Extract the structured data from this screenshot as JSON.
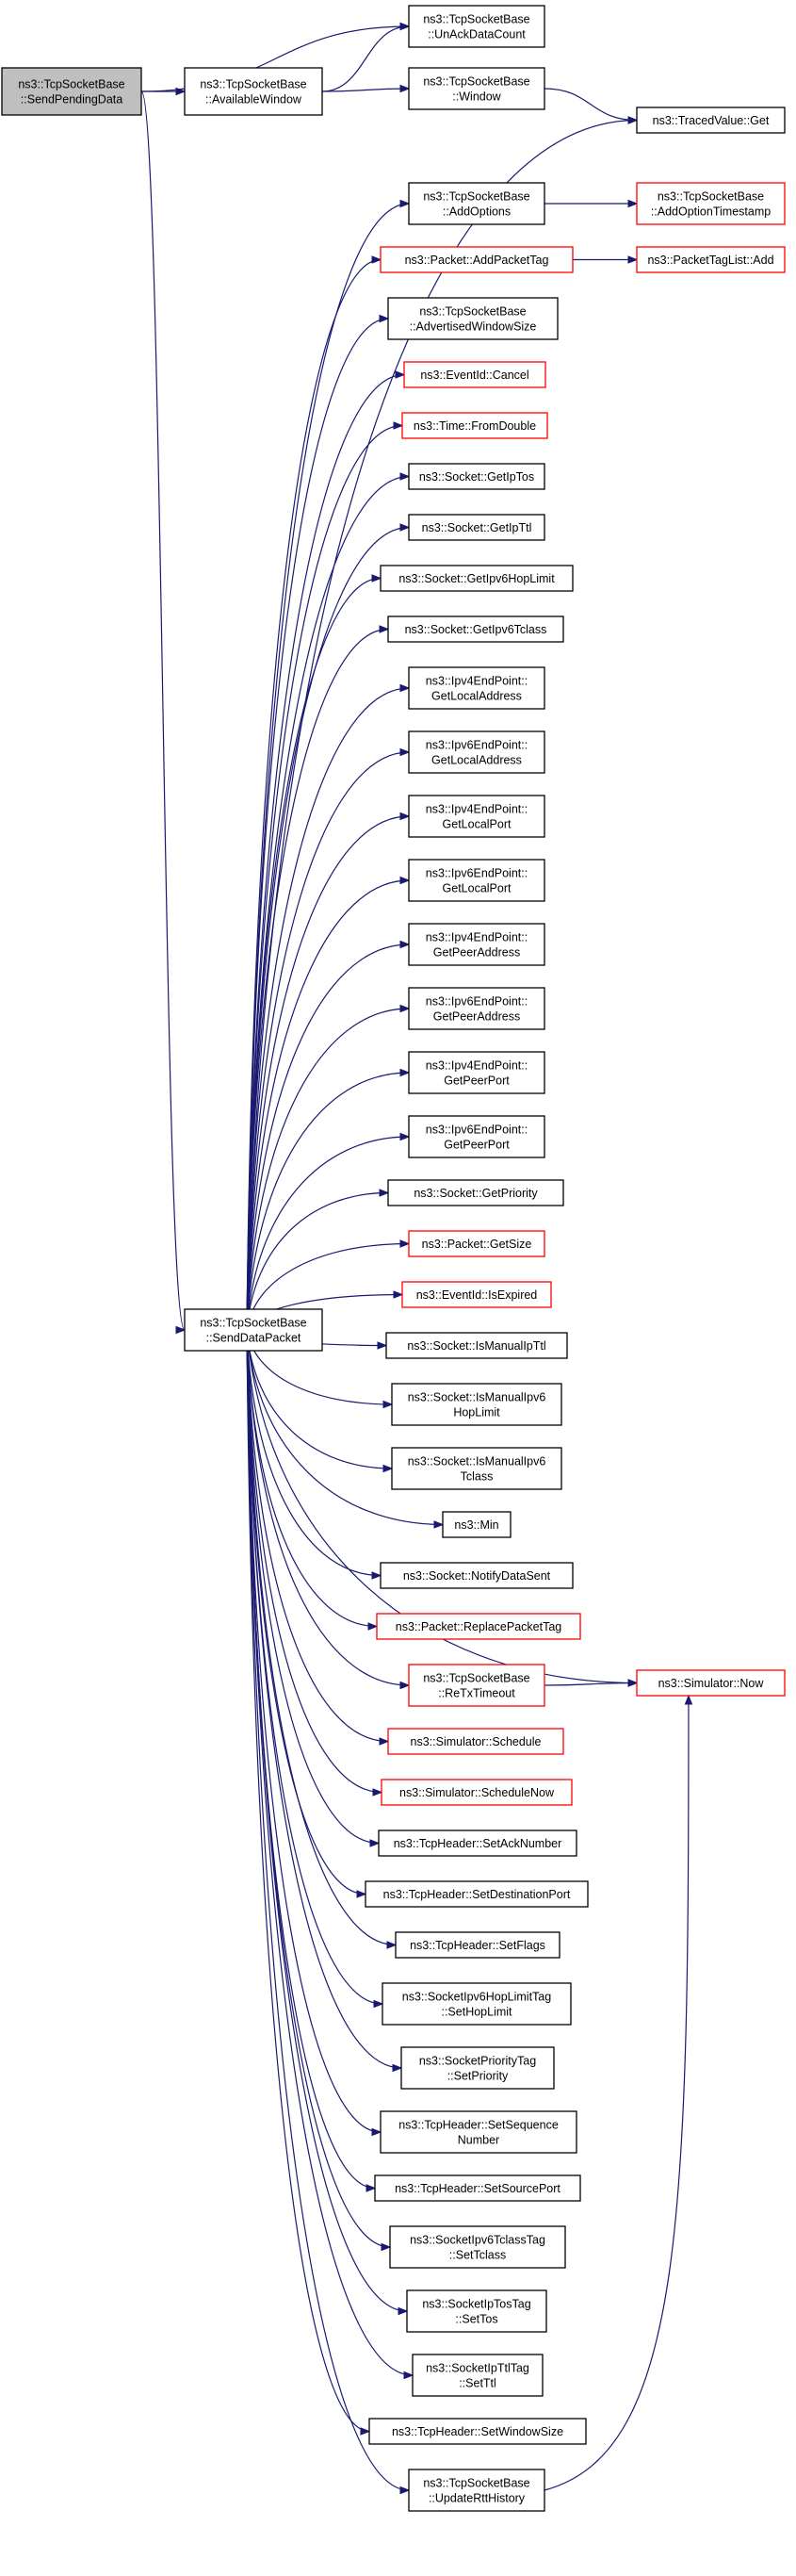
{
  "colors": {
    "edge": "#191970",
    "border_normal": "#000000",
    "border_external": "#ff0000",
    "fill_root": "#bfbfbf",
    "fill_node": "#ffffff"
  },
  "nodes": [
    {
      "id": "n0",
      "lines": [
        "ns3::TcpSocketBase",
        "::SendPendingData"
      ],
      "style": "root"
    },
    {
      "id": "n1",
      "lines": [
        "ns3::TcpSocketBase",
        "::AvailableWindow"
      ],
      "style": "normal"
    },
    {
      "id": "n2",
      "lines": [
        "ns3::TcpSocketBase",
        "::UnAckDataCount"
      ],
      "style": "normal"
    },
    {
      "id": "n3",
      "lines": [
        "ns3::TcpSocketBase",
        "::Window"
      ],
      "style": "normal"
    },
    {
      "id": "n4",
      "lines": [
        "ns3::TracedValue::Get"
      ],
      "style": "normal"
    },
    {
      "id": "n5",
      "lines": [
        "ns3::TcpSocketBase",
        "::SendDataPacket"
      ],
      "style": "normal"
    },
    {
      "id": "n6",
      "lines": [
        "ns3::TcpSocketBase",
        "::AddOptions"
      ],
      "style": "normal"
    },
    {
      "id": "n7",
      "lines": [
        "ns3::TcpSocketBase",
        "::AddOptionTimestamp"
      ],
      "style": "external"
    },
    {
      "id": "n8",
      "lines": [
        "ns3::Packet::AddPacketTag"
      ],
      "style": "external"
    },
    {
      "id": "n9",
      "lines": [
        "ns3::PacketTagList::Add"
      ],
      "style": "external"
    },
    {
      "id": "n10",
      "lines": [
        "ns3::TcpSocketBase",
        "::AdvertisedWindowSize"
      ],
      "style": "normal"
    },
    {
      "id": "n11",
      "lines": [
        "ns3::EventId::Cancel"
      ],
      "style": "external"
    },
    {
      "id": "n12",
      "lines": [
        "ns3::Time::FromDouble"
      ],
      "style": "external"
    },
    {
      "id": "n13",
      "lines": [
        "ns3::Socket::GetIpTos"
      ],
      "style": "normal"
    },
    {
      "id": "n14",
      "lines": [
        "ns3::Socket::GetIpTtl"
      ],
      "style": "normal"
    },
    {
      "id": "n15",
      "lines": [
        "ns3::Socket::GetIpv6HopLimit"
      ],
      "style": "normal"
    },
    {
      "id": "n16",
      "lines": [
        "ns3::Socket::GetIpv6Tclass"
      ],
      "style": "normal"
    },
    {
      "id": "n17",
      "lines": [
        "ns3::Ipv4EndPoint::",
        "GetLocalAddress"
      ],
      "style": "normal"
    },
    {
      "id": "n18",
      "lines": [
        "ns3::Ipv6EndPoint::",
        "GetLocalAddress"
      ],
      "style": "normal"
    },
    {
      "id": "n19",
      "lines": [
        "ns3::Ipv4EndPoint::",
        "GetLocalPort"
      ],
      "style": "normal"
    },
    {
      "id": "n20",
      "lines": [
        "ns3::Ipv6EndPoint::",
        "GetLocalPort"
      ],
      "style": "normal"
    },
    {
      "id": "n21",
      "lines": [
        "ns3::Ipv4EndPoint::",
        "GetPeerAddress"
      ],
      "style": "normal"
    },
    {
      "id": "n22",
      "lines": [
        "ns3::Ipv6EndPoint::",
        "GetPeerAddress"
      ],
      "style": "normal"
    },
    {
      "id": "n23",
      "lines": [
        "ns3::Ipv4EndPoint::",
        "GetPeerPort"
      ],
      "style": "normal"
    },
    {
      "id": "n24",
      "lines": [
        "ns3::Ipv6EndPoint::",
        "GetPeerPort"
      ],
      "style": "normal"
    },
    {
      "id": "n25",
      "lines": [
        "ns3::Socket::GetPriority"
      ],
      "style": "normal"
    },
    {
      "id": "n26",
      "lines": [
        "ns3::Packet::GetSize"
      ],
      "style": "external"
    },
    {
      "id": "n27",
      "lines": [
        "ns3::EventId::IsExpired"
      ],
      "style": "external"
    },
    {
      "id": "n28",
      "lines": [
        "ns3::Socket::IsManualIpTtl"
      ],
      "style": "normal"
    },
    {
      "id": "n29",
      "lines": [
        "ns3::Socket::IsManualIpv6",
        "HopLimit"
      ],
      "style": "normal"
    },
    {
      "id": "n30",
      "lines": [
        "ns3::Socket::IsManualIpv6",
        "Tclass"
      ],
      "style": "normal"
    },
    {
      "id": "n31",
      "lines": [
        "ns3::Min"
      ],
      "style": "normal"
    },
    {
      "id": "n32",
      "lines": [
        "ns3::Socket::NotifyDataSent"
      ],
      "style": "normal"
    },
    {
      "id": "n33",
      "lines": [
        "ns3::Packet::ReplacePacketTag"
      ],
      "style": "external"
    },
    {
      "id": "n34",
      "lines": [
        "ns3::TcpSocketBase",
        "::ReTxTimeout"
      ],
      "style": "external"
    },
    {
      "id": "n35",
      "lines": [
        "ns3::Simulator::Now"
      ],
      "style": "external"
    },
    {
      "id": "n36",
      "lines": [
        "ns3::Simulator::Schedule"
      ],
      "style": "external"
    },
    {
      "id": "n37",
      "lines": [
        "ns3::Simulator::ScheduleNow"
      ],
      "style": "external"
    },
    {
      "id": "n38",
      "lines": [
        "ns3::TcpHeader::SetAckNumber"
      ],
      "style": "normal"
    },
    {
      "id": "n39",
      "lines": [
        "ns3::TcpHeader::SetDestinationPort"
      ],
      "style": "normal"
    },
    {
      "id": "n40",
      "lines": [
        "ns3::TcpHeader::SetFlags"
      ],
      "style": "normal"
    },
    {
      "id": "n41",
      "lines": [
        "ns3::SocketIpv6HopLimitTag",
        "::SetHopLimit"
      ],
      "style": "normal"
    },
    {
      "id": "n42",
      "lines": [
        "ns3::SocketPriorityTag",
        "::SetPriority"
      ],
      "style": "normal"
    },
    {
      "id": "n43",
      "lines": [
        "ns3::TcpHeader::SetSequence",
        "Number"
      ],
      "style": "normal"
    },
    {
      "id": "n44",
      "lines": [
        "ns3::TcpHeader::SetSourcePort"
      ],
      "style": "normal"
    },
    {
      "id": "n45",
      "lines": [
        "ns3::SocketIpv6TclassTag",
        "::SetTclass"
      ],
      "style": "normal"
    },
    {
      "id": "n46",
      "lines": [
        "ns3::SocketIpTosTag",
        "::SetTos"
      ],
      "style": "normal"
    },
    {
      "id": "n47",
      "lines": [
        "ns3::SocketIpTtlTag",
        "::SetTtl"
      ],
      "style": "normal"
    },
    {
      "id": "n48",
      "lines": [
        "ns3::TcpHeader::SetWindowSize"
      ],
      "style": "normal"
    },
    {
      "id": "n49",
      "lines": [
        "ns3::TcpSocketBase",
        "::UpdateRttHistory"
      ],
      "style": "normal"
    }
  ],
  "edges": [
    [
      "n0",
      "n1"
    ],
    [
      "n0",
      "n2"
    ],
    [
      "n0",
      "n5"
    ],
    [
      "n1",
      "n2"
    ],
    [
      "n1",
      "n3"
    ],
    [
      "n3",
      "n4"
    ],
    [
      "n5",
      "n4"
    ],
    [
      "n5",
      "n6"
    ],
    [
      "n5",
      "n8"
    ],
    [
      "n5",
      "n10"
    ],
    [
      "n5",
      "n11"
    ],
    [
      "n5",
      "n12"
    ],
    [
      "n5",
      "n13"
    ],
    [
      "n5",
      "n14"
    ],
    [
      "n5",
      "n15"
    ],
    [
      "n5",
      "n16"
    ],
    [
      "n5",
      "n17"
    ],
    [
      "n5",
      "n18"
    ],
    [
      "n5",
      "n19"
    ],
    [
      "n5",
      "n20"
    ],
    [
      "n5",
      "n21"
    ],
    [
      "n5",
      "n22"
    ],
    [
      "n5",
      "n23"
    ],
    [
      "n5",
      "n24"
    ],
    [
      "n5",
      "n25"
    ],
    [
      "n5",
      "n26"
    ],
    [
      "n5",
      "n27"
    ],
    [
      "n5",
      "n28"
    ],
    [
      "n5",
      "n29"
    ],
    [
      "n5",
      "n30"
    ],
    [
      "n5",
      "n31"
    ],
    [
      "n5",
      "n32"
    ],
    [
      "n5",
      "n33"
    ],
    [
      "n5",
      "n34"
    ],
    [
      "n5",
      "n35"
    ],
    [
      "n5",
      "n36"
    ],
    [
      "n5",
      "n37"
    ],
    [
      "n5",
      "n38"
    ],
    [
      "n5",
      "n39"
    ],
    [
      "n5",
      "n40"
    ],
    [
      "n5",
      "n41"
    ],
    [
      "n5",
      "n42"
    ],
    [
      "n5",
      "n43"
    ],
    [
      "n5",
      "n44"
    ],
    [
      "n5",
      "n45"
    ],
    [
      "n5",
      "n46"
    ],
    [
      "n5",
      "n47"
    ],
    [
      "n5",
      "n48"
    ],
    [
      "n5",
      "n49"
    ],
    [
      "n6",
      "n7"
    ],
    [
      "n8",
      "n9"
    ],
    [
      "n34",
      "n35"
    ],
    [
      "n49",
      "n35"
    ]
  ]
}
